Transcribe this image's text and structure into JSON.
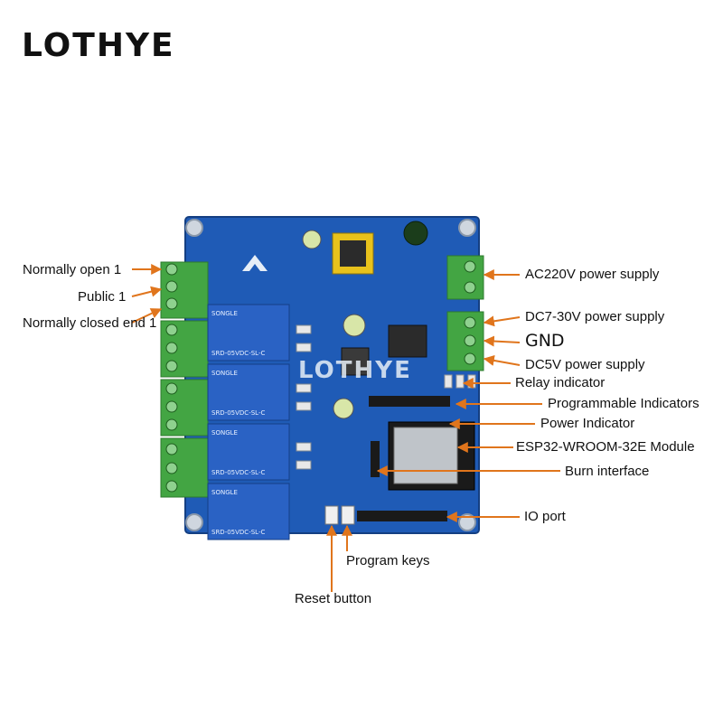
{
  "brand": "LOTHYE",
  "watermark": "LOTHYE",
  "relay_label": "SRD-05VDC-SL-C",
  "relay_brand": "SONGLE",
  "colors": {
    "pcb": "#1f5bb6",
    "terminal": "#43a543",
    "leader": "#e0751c"
  },
  "labels_left": {
    "normally_open": "Normally open 1",
    "public": "Public 1",
    "normally_closed": "Normally closed end 1"
  },
  "labels_right": {
    "ac_power": "AC220V power supply",
    "dc_power": "DC7-30V power supply",
    "gnd": "GND",
    "dc5v": "DC5V power supply",
    "relay_indicator": "Relay indicator",
    "programmable_indicators": "Programmable Indicators",
    "power_indicator": "Power Indicator",
    "esp_module": "ESP32-WROOM-32E Module",
    "burn_interface": "Burn interface",
    "io_port": "IO port"
  },
  "labels_bottom": {
    "program_keys": "Program keys",
    "reset_button": "Reset button"
  }
}
